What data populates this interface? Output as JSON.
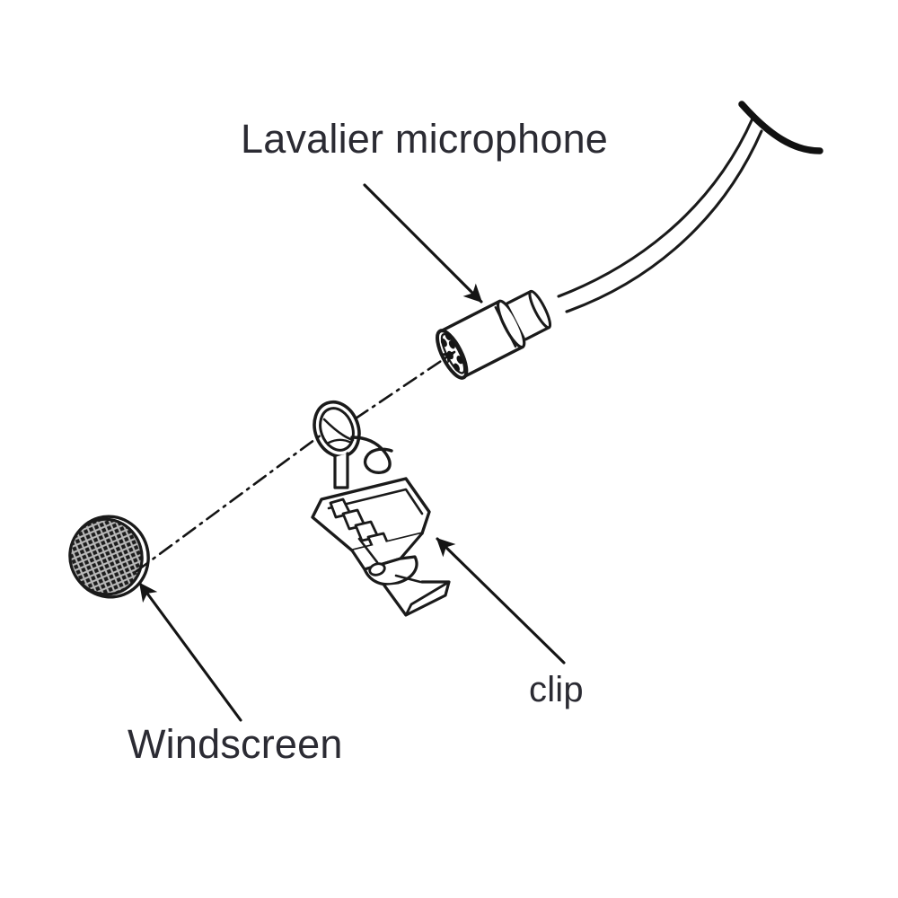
{
  "diagram": {
    "title": "Lavalier microphone exploded parts diagram",
    "background_color": "#ffffff",
    "line_color": "#1a1a1a",
    "text_color": "#2b2b33",
    "labels": {
      "lavalier": "Lavalier microphone",
      "windscreen": "Windscreen",
      "clip": "clip"
    },
    "parts": [
      {
        "name": "lavalier-microphone-capsule",
        "label": "Lavalier microphone",
        "description": "Cylindrical microphone capsule with six-hole grille face, ring band, collar and attached cable"
      },
      {
        "name": "windscreen",
        "label": "Windscreen",
        "description": "Dome-shaped foam windscreen with woven mesh crosshatch texture"
      },
      {
        "name": "clip",
        "label": "clip",
        "description": "Tie clip with ring loop, hook clasp, toothed jaw plate and folded tail"
      }
    ],
    "annotations": {
      "assembly_line_style": "dash-dot",
      "leader_arrows": 3,
      "cable_break_mark": "curved slash across cable indicating cable continues"
    }
  }
}
